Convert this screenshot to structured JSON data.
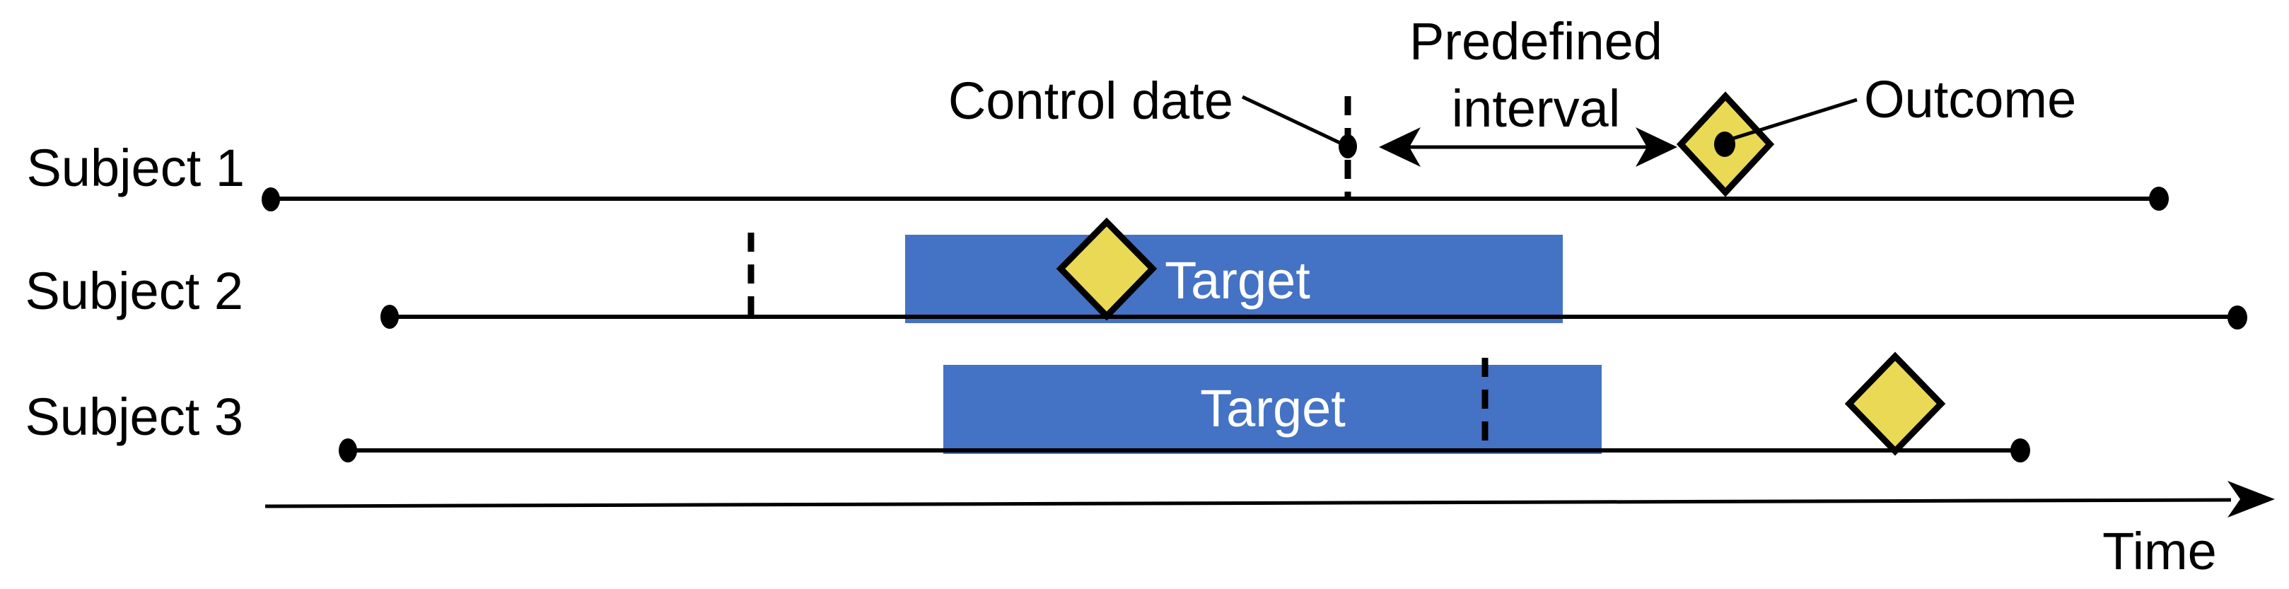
{
  "figure": {
    "type": "study-design-timeline-diagram",
    "background": "#FFFFFF"
  },
  "colors": {
    "target_bar": "#4472C4",
    "diamond_fill": "#EAD955",
    "diamond_stroke": "#000000",
    "ink": "#000000",
    "target_label_text": "#FFFFFF"
  },
  "annotations": {
    "control_date": "Control date",
    "predefined_interval_line1": "Predefined",
    "predefined_interval_line2": "interval",
    "outcome": "Outcome"
  },
  "subjects": [
    {
      "label": "Subject 1"
    },
    {
      "label": "Subject 2",
      "target": "Target"
    },
    {
      "label": "Subject 3",
      "target": "Target"
    }
  ],
  "time_axis": {
    "label": "Time"
  }
}
